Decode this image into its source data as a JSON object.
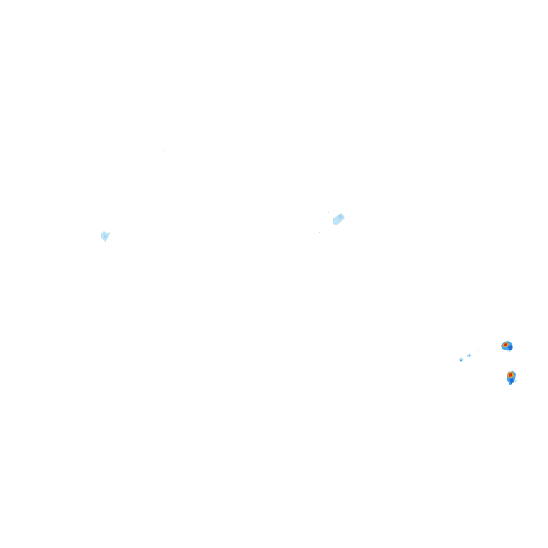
{
  "map": {
    "layer": "precipitation-radar",
    "background_color": "#ffffff",
    "palette": {
      "light": "#bfe3f7",
      "moderate": "#4aa8e8",
      "heavy": "#1f6fd6",
      "intense": "#e8a020",
      "extreme": "#d8301c"
    },
    "echoes": [
      {
        "name": "radar-echo-west",
        "intensity": "light"
      },
      {
        "name": "radar-echo-central",
        "intensity": "light"
      },
      {
        "name": "radar-echo-east-scatter",
        "intensity": "moderate"
      },
      {
        "name": "radar-cell-northeast",
        "intensity": "extreme"
      },
      {
        "name": "radar-cell-southeast",
        "intensity": "extreme"
      }
    ]
  }
}
